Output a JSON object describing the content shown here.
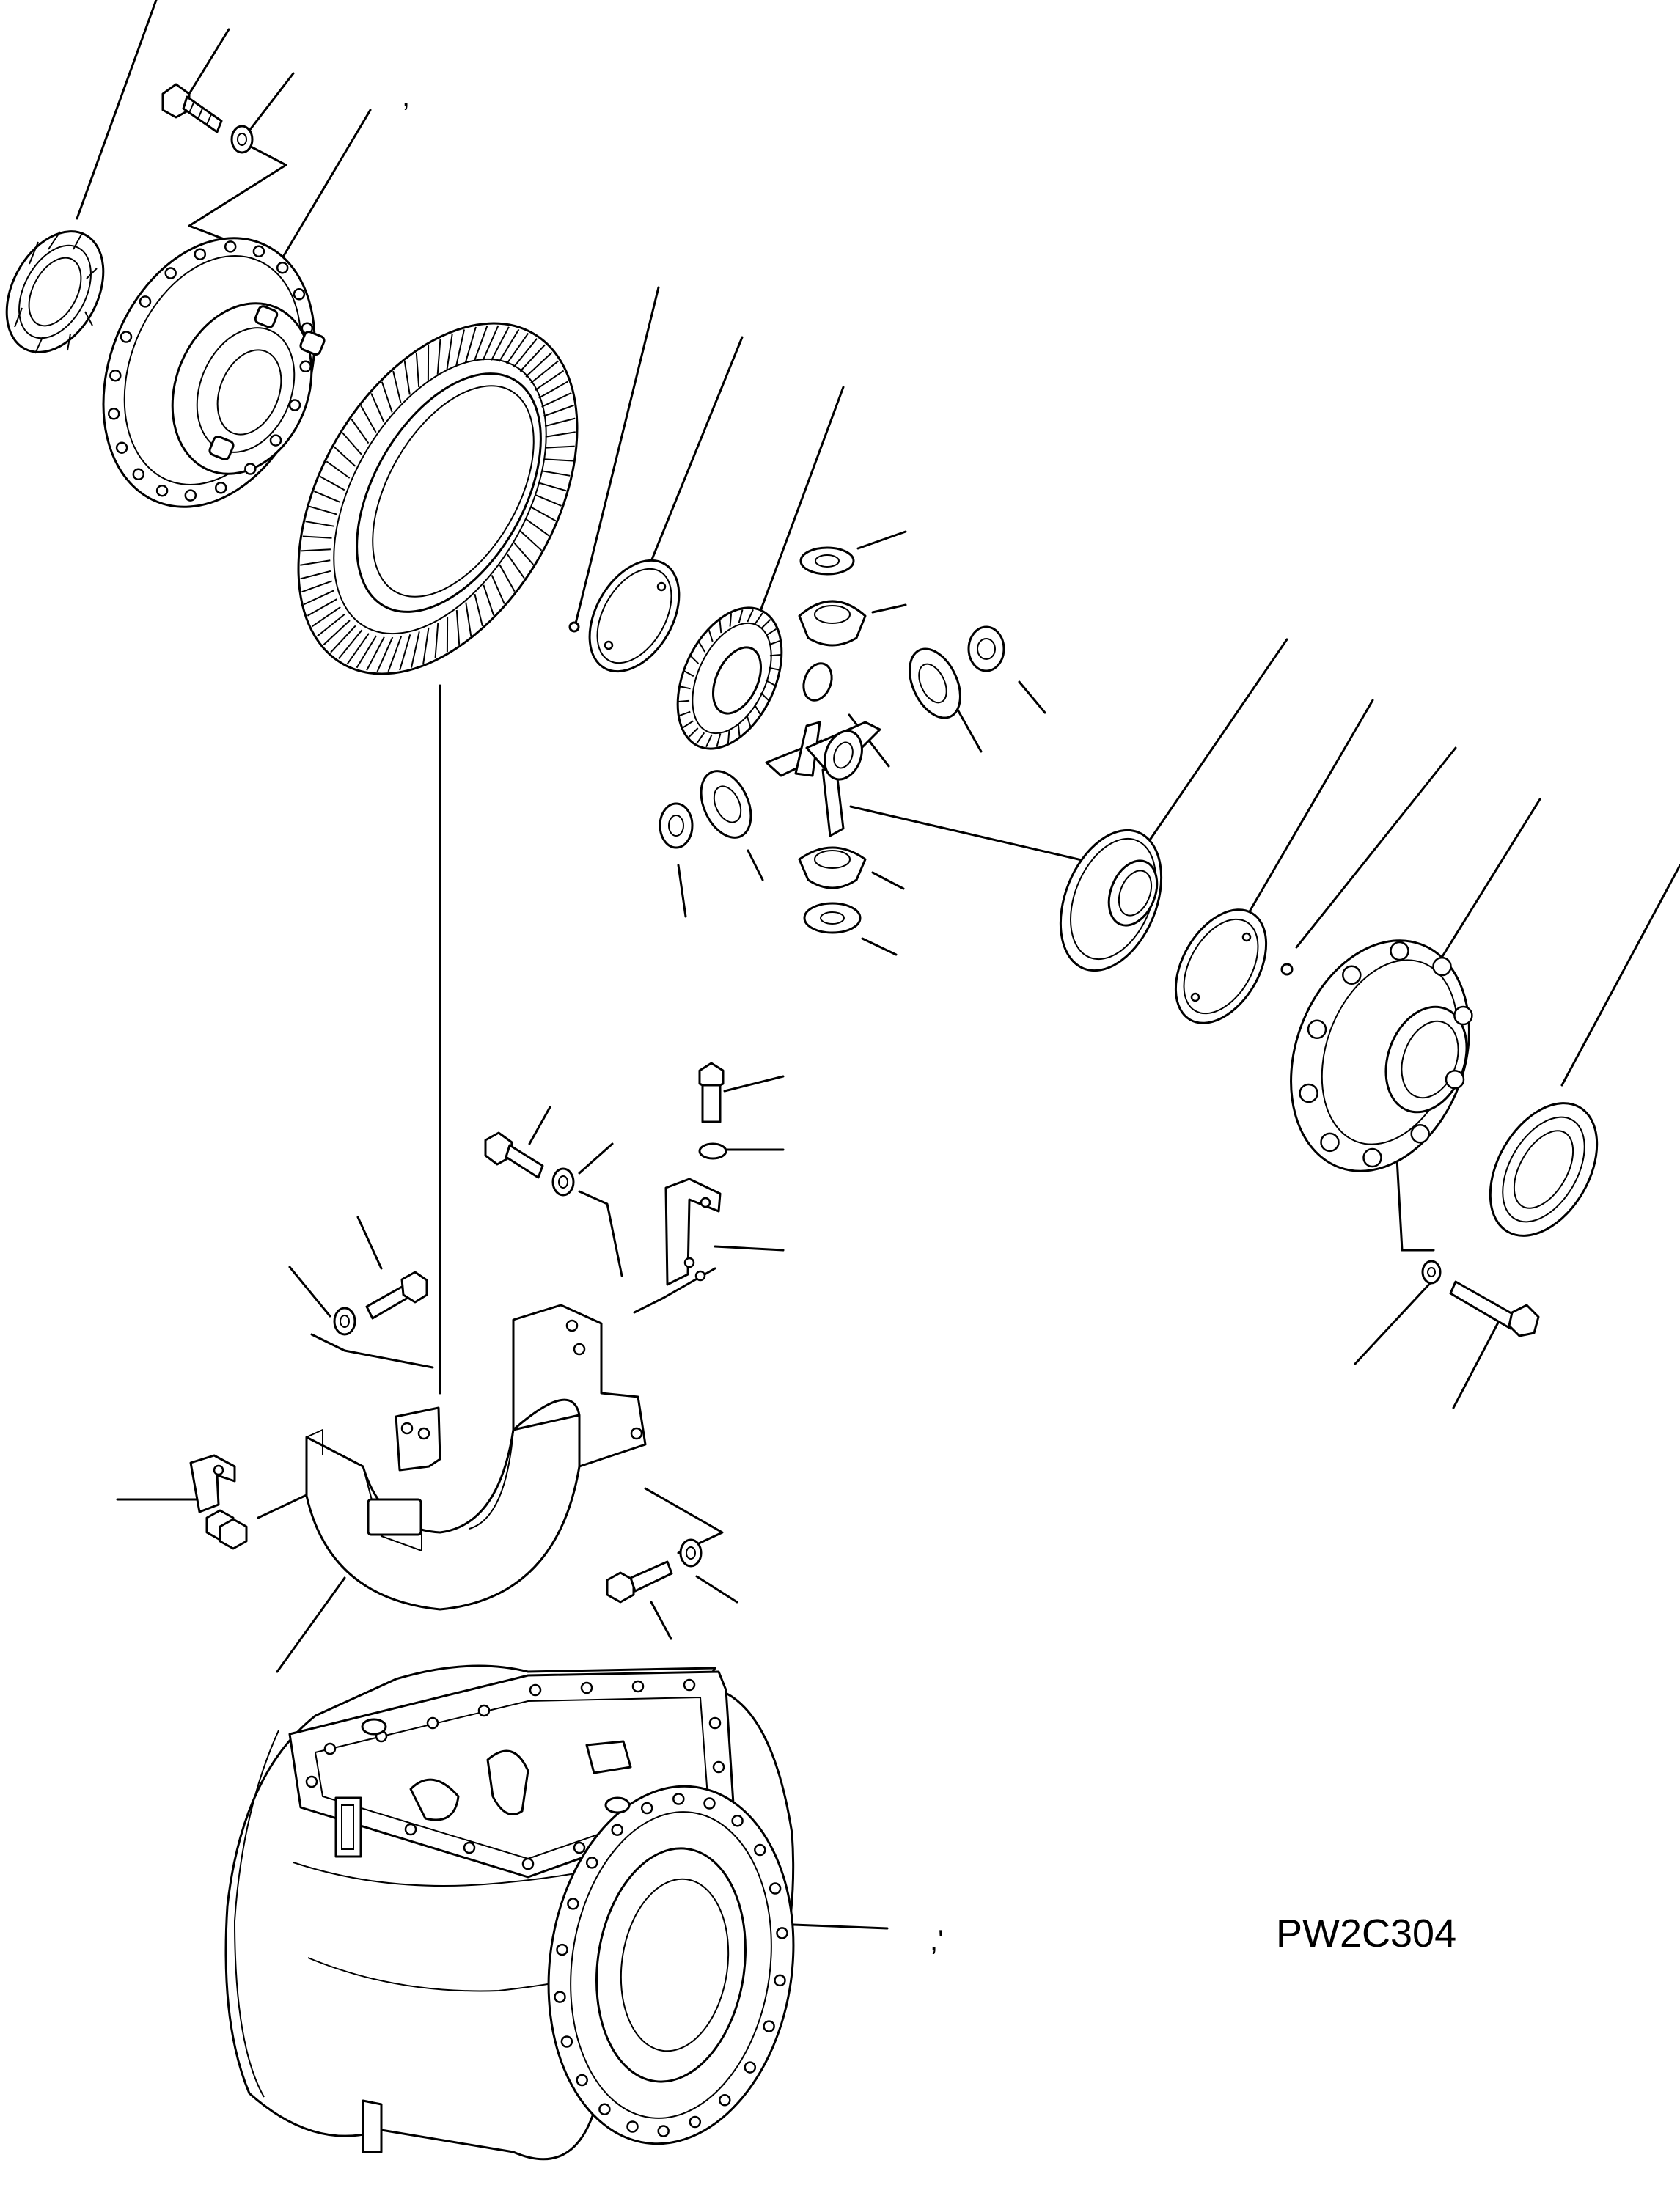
{
  "drawing": {
    "code": "PW2C304",
    "mark_top": ",",
    "mark_bottom": ",'"
  },
  "colors": {
    "ink": "#000000",
    "paper": "#ffffff"
  },
  "parts": [
    "bearing-left",
    "bolt-upper-left",
    "washer-upper-left",
    "bearing-cage-left",
    "ring-gear",
    "thrust-washer-left",
    "side-gear-left",
    "spider",
    "pinion-gear",
    "side-gear-right",
    "thrust-washer-right",
    "diff-case-right",
    "bearing-right",
    "cover",
    "bracket-left",
    "bracket-right",
    "housing"
  ]
}
